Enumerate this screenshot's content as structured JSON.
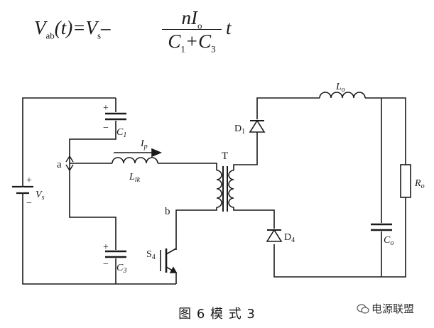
{
  "formula": {
    "lhs": "V",
    "lhs_sub": "ab",
    "lhs_rest": "(t)=V",
    "vs_sub": "s",
    "minus": "–",
    "numerator": "nI",
    "numerator_sub": "o",
    "denominator_a": "C",
    "denominator_a_sub": "1",
    "denominator_plus": "+C",
    "denominator_b_sub": "3",
    "tail": "t"
  },
  "labels": {
    "c1": "C",
    "c1_sub": "1",
    "c3": "C",
    "c3_sub": "3",
    "vs": "V",
    "vs_sub": "s",
    "ip": "I",
    "ip_sub": "p",
    "llk": "L",
    "llk_sub": "lk",
    "node_a": "a",
    "node_b": "b",
    "transformer": "T",
    "d1": "D",
    "d1_sub": "1",
    "d4": "D",
    "d4_sub": "4",
    "lo": "L",
    "lo_sub": "o",
    "ro": "R",
    "ro_sub": "o",
    "co": "C",
    "co_sub": "o",
    "s4": "S",
    "s4_sub": "4",
    "plus": "+",
    "minus": "−"
  },
  "caption": "图 6    模 式 3",
  "watermark": "电源联盟"
}
